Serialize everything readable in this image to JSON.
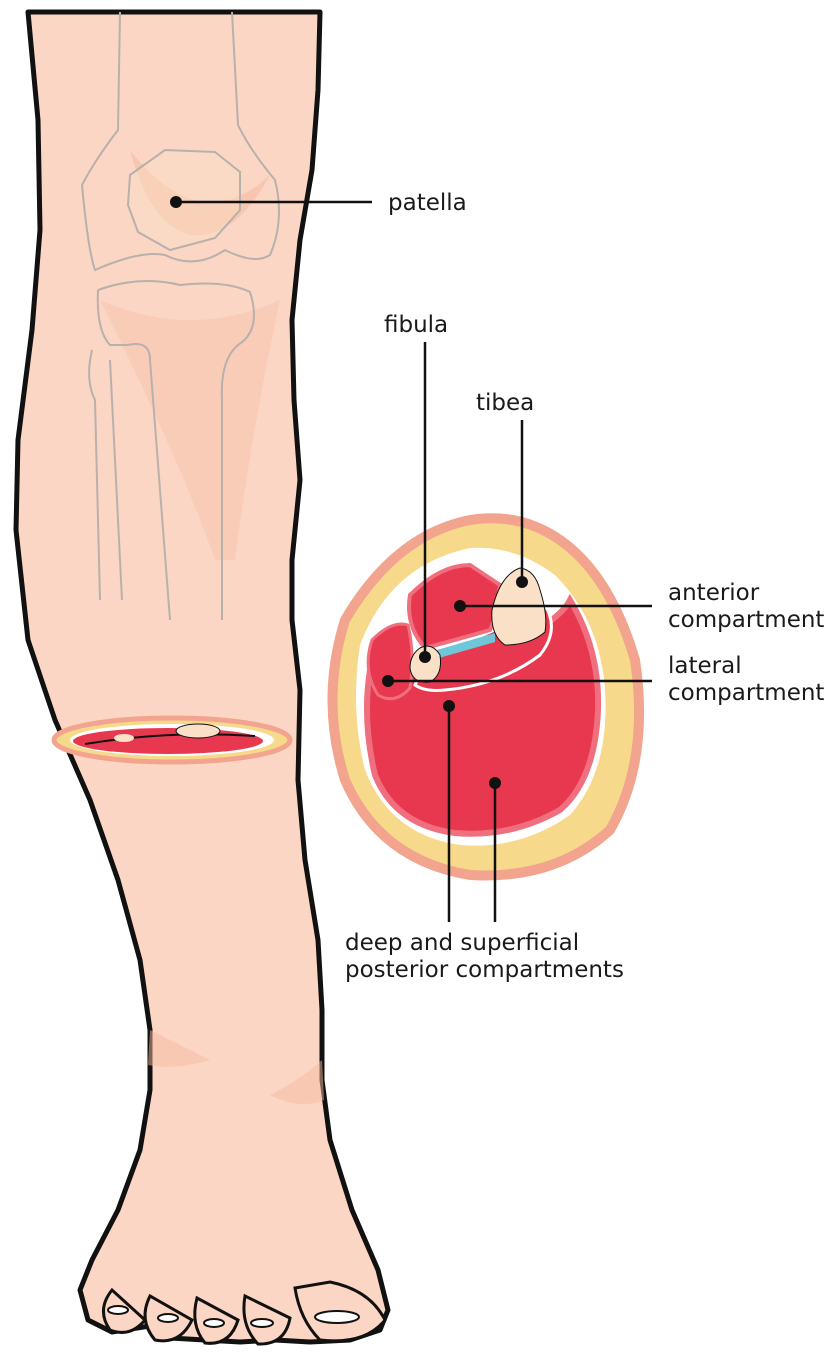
{
  "colors": {
    "skin": "#fcd6c4",
    "skin_shadow": "#f4b9a0",
    "outline": "#111111",
    "bone": "#fbe0c8",
    "bone_outline": "#b8b0ab",
    "muscle": "#e8384f",
    "muscle_light": "#f06f7e",
    "fat": "#f6d98a",
    "skin_ring": "#f2a48e",
    "membrane": "#6fc6d8"
  },
  "labels": {
    "patella": "patella",
    "fibula": "fibula",
    "tibia": "tibea",
    "anterior_line1": "anterior",
    "anterior_line2": "compartment",
    "lateral_line1": "lateral",
    "lateral_line2": "compartment",
    "posterior_line1": "deep and superficial",
    "posterior_line2": "posterior compartments"
  }
}
